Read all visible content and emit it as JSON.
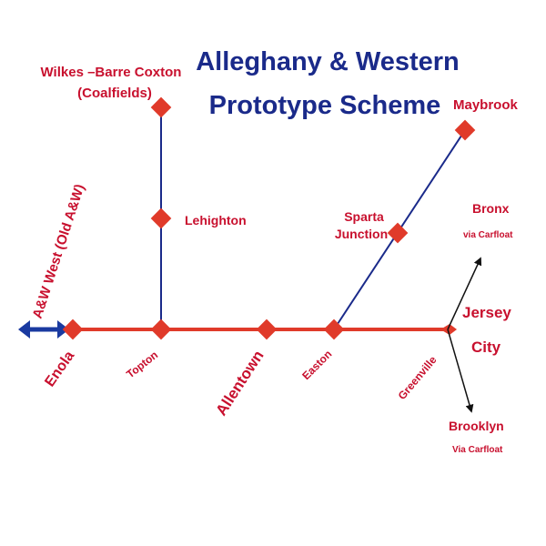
{
  "title_line1": "Alleghany & Western",
  "title_line2": "Prototype Scheme",
  "colors": {
    "main_line": "#e03a2a",
    "branch_line": "#1a2a8a",
    "station": "#e03a2a",
    "station_label": "#c8102e",
    "title": "#1a2a8a",
    "arrow": "#1a3aa0",
    "carfloat": "#111111"
  },
  "stations": {
    "enola": "Enola",
    "topton": "Topton",
    "allentown": "Allentown",
    "easton": "Easton",
    "greenville": "Greenville",
    "jersey": "Jersey",
    "city": "City",
    "lehighton": "Lehighton",
    "wilkes_barre": "Wilkes –Barre  Coxton",
    "coalfields": "(Coalfields)",
    "sparta": "Sparta",
    "junction": "Junction",
    "maybrook": "Maybrook"
  },
  "west_label": "A&W West (Old A&W)",
  "carfloat": {
    "bronx": "Bronx",
    "bronx_sub": "via Carfloat",
    "brooklyn": "Brooklyn",
    "brooklyn_sub": "Via Carfloat"
  }
}
